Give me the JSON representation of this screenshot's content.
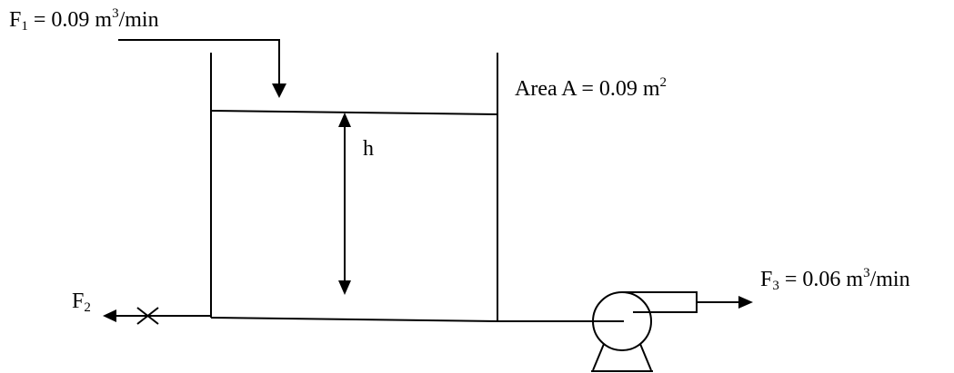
{
  "labels": {
    "f1": {
      "symbol": "F",
      "sub": "1",
      "value": " = 0.09 m",
      "sup": "3",
      "unit": "/min"
    },
    "area": {
      "text": "Area A = 0.09 m",
      "sup": "2"
    },
    "h": "h",
    "f2": {
      "symbol": "F",
      "sub": "2"
    },
    "f3": {
      "symbol": "F",
      "sub": "3",
      "value": " = 0.06 m",
      "sup": "3",
      "unit": "/min"
    }
  }
}
